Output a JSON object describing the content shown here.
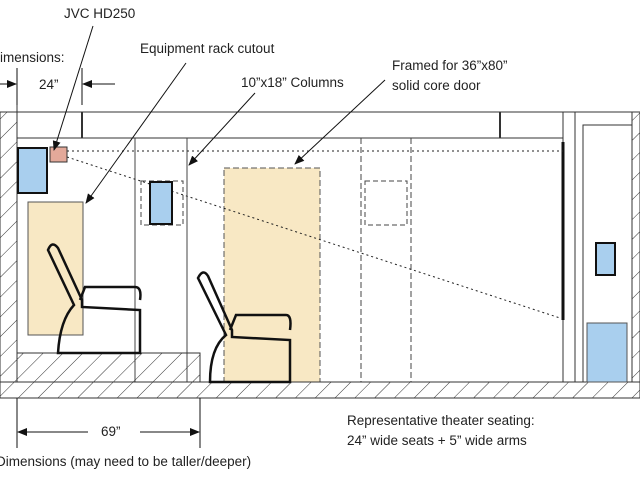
{
  "labels": {
    "projector": "JVC HD250",
    "dimensions_top": "imensions:",
    "dim_24": "24”",
    "rack": "Equipment rack cutout",
    "columns": "10”x18” Columns",
    "door_line1": "Framed for 36”x80”",
    "door_line2": "solid core door",
    "dim_69": "69”",
    "seating_line1": "Representative theater seating:",
    "seating_line2": "24” wide seats + 5” wide arms",
    "dimensions_bottom": "Dimensions (may need to be taller/deeper)"
  },
  "colors": {
    "tan": "#f8e8c4",
    "blue": "#a9cfee",
    "projector": "#e3a99a",
    "line": "#222222"
  }
}
